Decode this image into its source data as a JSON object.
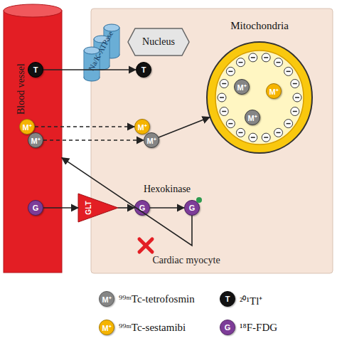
{
  "diagram": {
    "nodes": [
      {
        "text": [
          "Blood vessel"
        ]
      },
      {
        "text": [
          "Cardiac myocyte"
        ]
      },
      {
        "text": [
          "Na/K-ATPase"
        ]
      },
      {
        "text": [
          "Nucleus"
        ],
        "in": 1
      },
      {
        "text": [
          "T"
        ],
        "in": 0
      },
      {
        "text": [
          "T"
        ],
        "in": 1
      },
      {
        "text": [
          "Mitochondria"
        ],
        "in": 1
      },
      {
        "text": [
          "M⁺"
        ],
        "in": 6
      },
      {
        "text": [
          "M⁺"
        ],
        "in": 6
      },
      {
        "text": [
          "M⁺"
        ],
        "in": 6
      },
      {
        "text": [
          "M⁺"
        ],
        "in": 0
      },
      {
        "text": [
          "M⁺"
        ],
        "in": 0
      },
      {
        "text": [
          "M⁺"
        ],
        "in": 1
      },
      {
        "text": [
          "M⁺"
        ],
        "in": 1
      },
      {
        "text": [
          "G"
        ],
        "in": 0
      },
      {
        "text": [
          "GLT"
        ]
      },
      {
        "text": [
          "G"
        ],
        "in": 1
      },
      {
        "text": [
          "G"
        ],
        "in": 1
      }
    ],
    "edges": [
      {
        "from": 4,
        "to": 5,
        "arrow": "to"
      },
      {
        "from": 10,
        "to": 12,
        "arrow": "to"
      },
      {
        "from": 11,
        "to": 13,
        "arrow": "to"
      },
      {
        "from": 13,
        "to": 6,
        "arrow": "to"
      },
      {
        "from": 14,
        "to": 15,
        "arrow": "to"
      },
      {
        "from": 15,
        "to": 16,
        "arrow": "to"
      },
      {
        "from": 16,
        "to": 17,
        "arrow": "to",
        "label": "Hexokinase"
      },
      {
        "from": 17,
        "to": 0,
        "arrow": "to"
      }
    ],
    "labels": [
      "M⁺",
      "T",
      "M⁺",
      "G"
    ],
    "legend": [
      {
        "text": "⁹⁹ᵐTc-tetrofosmin",
        "color": "#858585"
      },
      {
        "text": "²⁰¹Tl⁺",
        "color": "#111111"
      },
      {
        "text": "⁹⁹ᵐTc-sestamibi",
        "color": "#f5b400"
      },
      {
        "text": "¹⁸F-FDG",
        "color": "#7d3c98"
      }
    ]
  }
}
